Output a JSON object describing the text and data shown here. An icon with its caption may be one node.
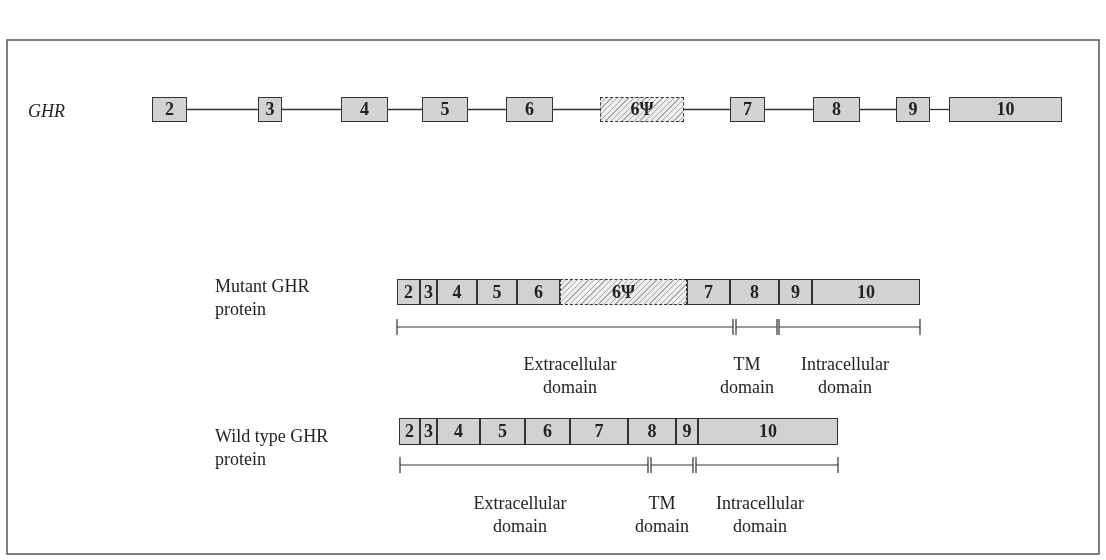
{
  "diagram": {
    "nodes": [
      {
        "text": [
          "2"
        ]
      },
      {
        "text": [
          "3"
        ]
      },
      {
        "text": [
          "4"
        ]
      },
      {
        "text": [
          "5"
        ]
      },
      {
        "text": [
          "6"
        ]
      },
      {
        "text": [
          "6Ψ"
        ]
      },
      {
        "text": [
          "7"
        ]
      },
      {
        "text": [
          "8"
        ]
      },
      {
        "text": [
          "9"
        ]
      },
      {
        "text": [
          "10"
        ]
      },
      {
        "text": [
          "2"
        ]
      },
      {
        "text": [
          "3"
        ]
      },
      {
        "text": [
          "4"
        ]
      },
      {
        "text": [
          "5"
        ]
      },
      {
        "text": [
          "6"
        ]
      },
      {
        "text": [
          "6Ψ"
        ]
      },
      {
        "text": [
          "7"
        ]
      },
      {
        "text": [
          "8"
        ]
      },
      {
        "text": [
          "9"
        ]
      },
      {
        "text": [
          "10"
        ]
      },
      {
        "text": [
          "2"
        ]
      },
      {
        "text": [
          "3"
        ]
      },
      {
        "text": [
          "4"
        ]
      },
      {
        "text": [
          "5"
        ]
      },
      {
        "text": [
          "6"
        ]
      },
      {
        "text": [
          "7"
        ]
      },
      {
        "text": [
          "8"
        ]
      },
      {
        "text": [
          "9"
        ]
      },
      {
        "text": [
          "10"
        ]
      }
    ],
    "edges": [
      {
        "from": 0,
        "to": 1,
        "arrow": "none"
      },
      {
        "from": 1,
        "to": 2,
        "arrow": "none"
      },
      {
        "from": 2,
        "to": 3,
        "arrow": "none"
      },
      {
        "from": 3,
        "to": 4,
        "arrow": "none"
      },
      {
        "from": 4,
        "to": 5,
        "arrow": "none"
      },
      {
        "from": 5,
        "to": 6,
        "arrow": "none"
      },
      {
        "from": 6,
        "to": 7,
        "arrow": "none"
      },
      {
        "from": 7,
        "to": 8,
        "arrow": "none"
      },
      {
        "from": 8,
        "to": 9,
        "arrow": "none"
      }
    ],
    "labels": [
      "GHR",
      "Mutant GHR protein",
      "Extracellular domain",
      "TM domain",
      "Intracellular domain",
      "Wild type GHR protein",
      "Extracellular domain",
      "TM domain",
      "Intracellular domain"
    ]
  }
}
